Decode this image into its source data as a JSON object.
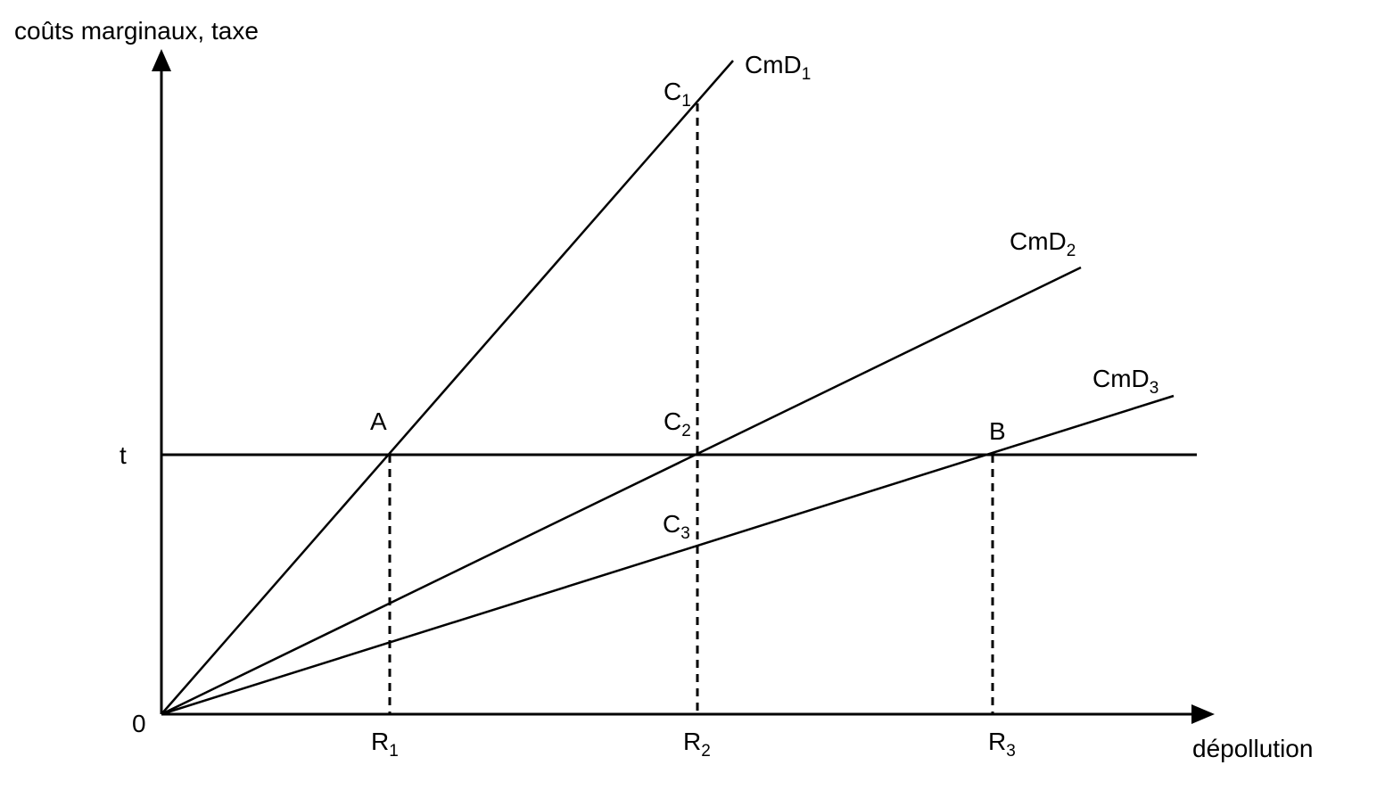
{
  "axes": {
    "y_label": "coûts marginaux, taxe",
    "x_label": "dépollution",
    "origin": "0"
  },
  "tax": {
    "label": "t"
  },
  "curves": [
    {
      "base": "CmD",
      "sub": "1"
    },
    {
      "base": "CmD",
      "sub": "2"
    },
    {
      "base": "CmD",
      "sub": "3"
    }
  ],
  "points": {
    "A": "A",
    "B": "B",
    "C1": {
      "base": "C",
      "sub": "1"
    },
    "C2": {
      "base": "C",
      "sub": "2"
    },
    "C3": {
      "base": "C",
      "sub": "3"
    }
  },
  "x_ticks": [
    {
      "base": "R",
      "sub": "1"
    },
    {
      "base": "R",
      "sub": "2"
    },
    {
      "base": "R",
      "sub": "3"
    }
  ]
}
